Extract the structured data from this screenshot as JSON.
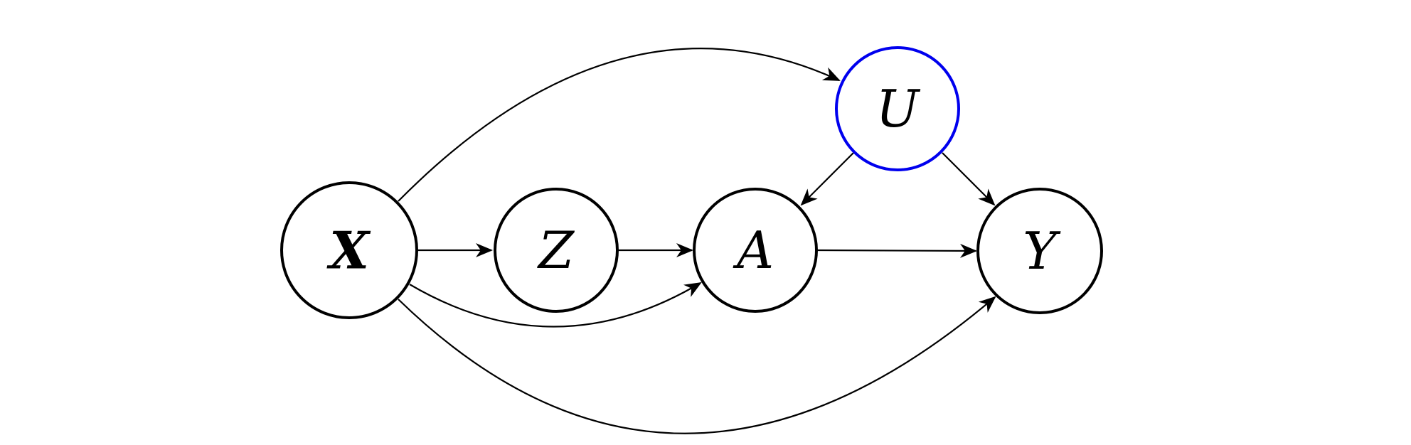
{
  "diagram": {
    "nodes": {
      "x": {
        "label": "X",
        "bold": true,
        "stroke": "#000000"
      },
      "z": {
        "label": "Z",
        "bold": false,
        "stroke": "#000000"
      },
      "a": {
        "label": "A",
        "bold": false,
        "stroke": "#000000"
      },
      "u": {
        "label": "U",
        "bold": false,
        "stroke": "#0000ee"
      },
      "y": {
        "label": "Y",
        "bold": false,
        "stroke": "#000000"
      }
    },
    "edges": [
      {
        "from": "X",
        "to": "Z"
      },
      {
        "from": "Z",
        "to": "A"
      },
      {
        "from": "X",
        "to": "A"
      },
      {
        "from": "X",
        "to": "U"
      },
      {
        "from": "X",
        "to": "Y"
      },
      {
        "from": "U",
        "to": "A"
      },
      {
        "from": "U",
        "to": "Y"
      },
      {
        "from": "A",
        "to": "Y"
      }
    ],
    "colors": {
      "edge": "#000000",
      "unobserved_node": "#0000ee",
      "observed_node": "#000000"
    }
  }
}
